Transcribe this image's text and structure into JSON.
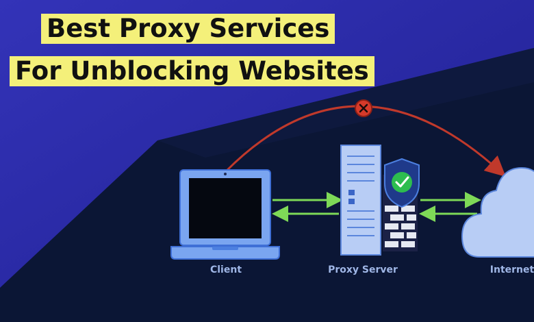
{
  "header": {
    "line1": "Best Proxy Services",
    "line2": "For Unblocking Websites"
  },
  "diagram": {
    "nodes": {
      "client": "Client",
      "proxy": "Proxy Server",
      "internet": "Internet"
    },
    "blocked_route_icon": "x-circle-icon",
    "shield_icon": "shield-check-icon"
  },
  "colors": {
    "title_bg": "#f4f07a",
    "arrow_blocked": "#c0392b",
    "arrow_allowed": "#7ed957",
    "device_outline": "#4c7fe0",
    "label": "#9fb6e6"
  }
}
